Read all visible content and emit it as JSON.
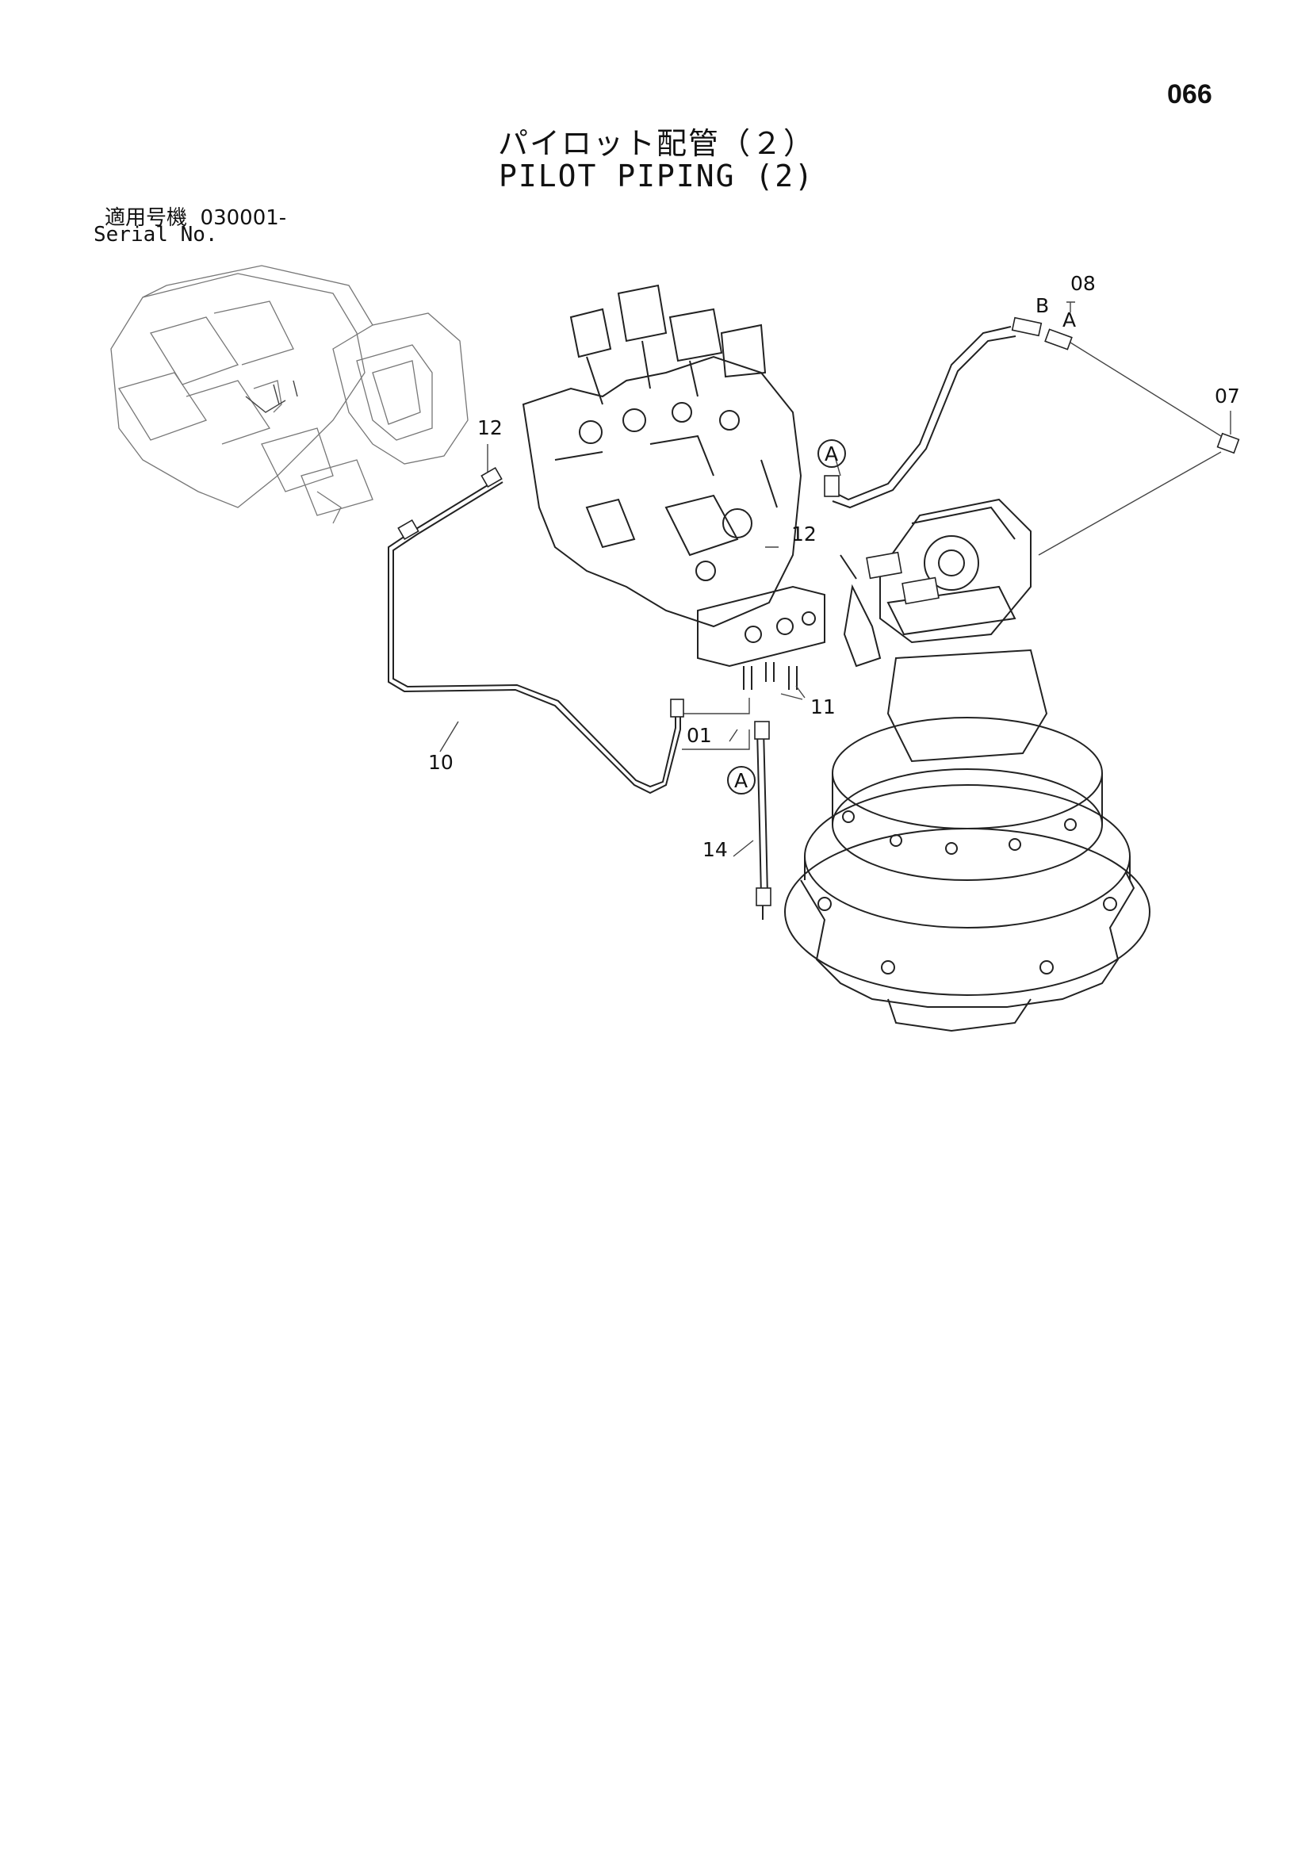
{
  "page_number": "066",
  "title_jp": "パイロット配管（２）",
  "title_en": "PILOT PIPING (2)",
  "serial_label_jp": "適用号機",
  "serial_value": "030001-",
  "serial_label_en": "Serial No.",
  "callouts": {
    "c01": "01",
    "c07": "07",
    "c08": "08",
    "c10": "10",
    "c11": "11",
    "c12a": "12",
    "c12b": "12",
    "c14": "14",
    "port_a": "A",
    "port_b": "B",
    "ref_a1": "A",
    "ref_a2": "A"
  }
}
